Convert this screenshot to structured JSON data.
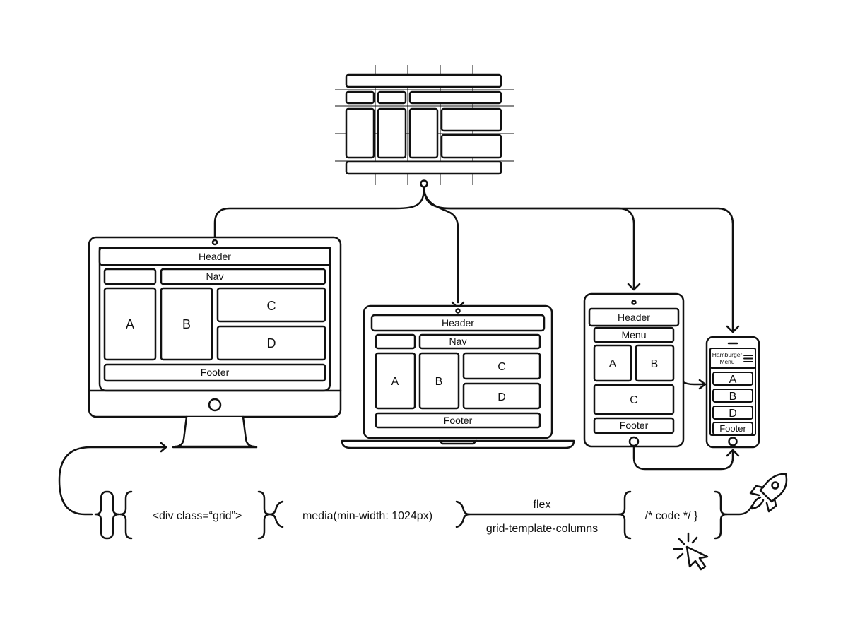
{
  "desktop": {
    "header": "Header",
    "nav": "Nav",
    "a": "A",
    "b": "B",
    "c": "C",
    "d": "D",
    "footer": "Footer"
  },
  "laptop": {
    "header": "Header",
    "nav": "Nav",
    "a": "A",
    "b": "B",
    "c": "C",
    "d": "D",
    "footer": "Footer"
  },
  "tablet": {
    "header": "Header",
    "menu": "Menu",
    "a": "A",
    "b": "B",
    "c": "C",
    "footer": "Footer"
  },
  "phone": {
    "hamburger_line1": "Hamburger",
    "hamburger_line2": "Menu",
    "a": "A",
    "b": "B",
    "d": "D",
    "footer": "Footer"
  },
  "code": {
    "div": "<div class=“grid”>",
    "media": "media(min-width: 1024px)",
    "flex": "flex",
    "grid_template": "grid-template-columns",
    "comment": "/* code */ }"
  },
  "icons": [
    "rocket-icon",
    "cursor-click-icon",
    "hamburger-icon"
  ]
}
